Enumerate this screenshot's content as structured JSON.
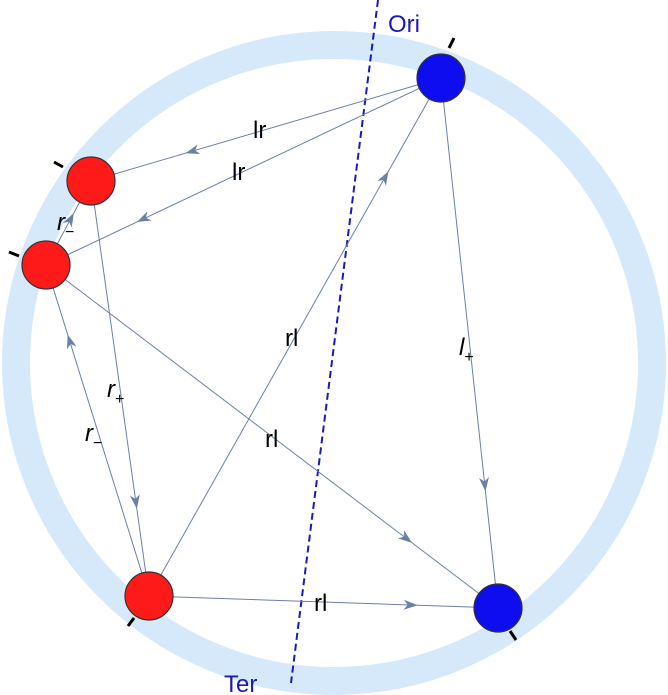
{
  "colors": {
    "ring": "#d6e9fb",
    "edge": "#6a80a8",
    "axis": "#1a1ab8",
    "node_red": "#ff1a1a",
    "node_blue": "#0d0df0",
    "node_stroke": "#333333"
  },
  "axis": {
    "ori_label": "Ori",
    "ter_label": "Ter"
  },
  "nodes": [
    {
      "id": "B1",
      "color": "blue"
    },
    {
      "id": "R1",
      "color": "red"
    },
    {
      "id": "R2",
      "color": "red"
    },
    {
      "id": "R3",
      "color": "red"
    },
    {
      "id": "B2",
      "color": "blue"
    }
  ],
  "edges": [
    {
      "from": "B1",
      "to": "R1",
      "label": "lr",
      "sub": ""
    },
    {
      "from": "B1",
      "to": "R2",
      "label": "lr",
      "sub": ""
    },
    {
      "from": "R3",
      "to": "B1",
      "label": "rl",
      "sub": ""
    },
    {
      "from": "B1",
      "to": "B2",
      "label": "l",
      "sub": "+"
    },
    {
      "from": "R2",
      "to": "R1",
      "label": "r",
      "sub": "−"
    },
    {
      "from": "R1",
      "to": "R3",
      "label": "r",
      "sub": "+"
    },
    {
      "from": "R3",
      "to": "R2",
      "label": "r",
      "sub": "−"
    },
    {
      "from": "R2",
      "to": "B2",
      "label": "rl",
      "sub": ""
    },
    {
      "from": "R3",
      "to": "B2",
      "label": "rl",
      "sub": ""
    }
  ]
}
